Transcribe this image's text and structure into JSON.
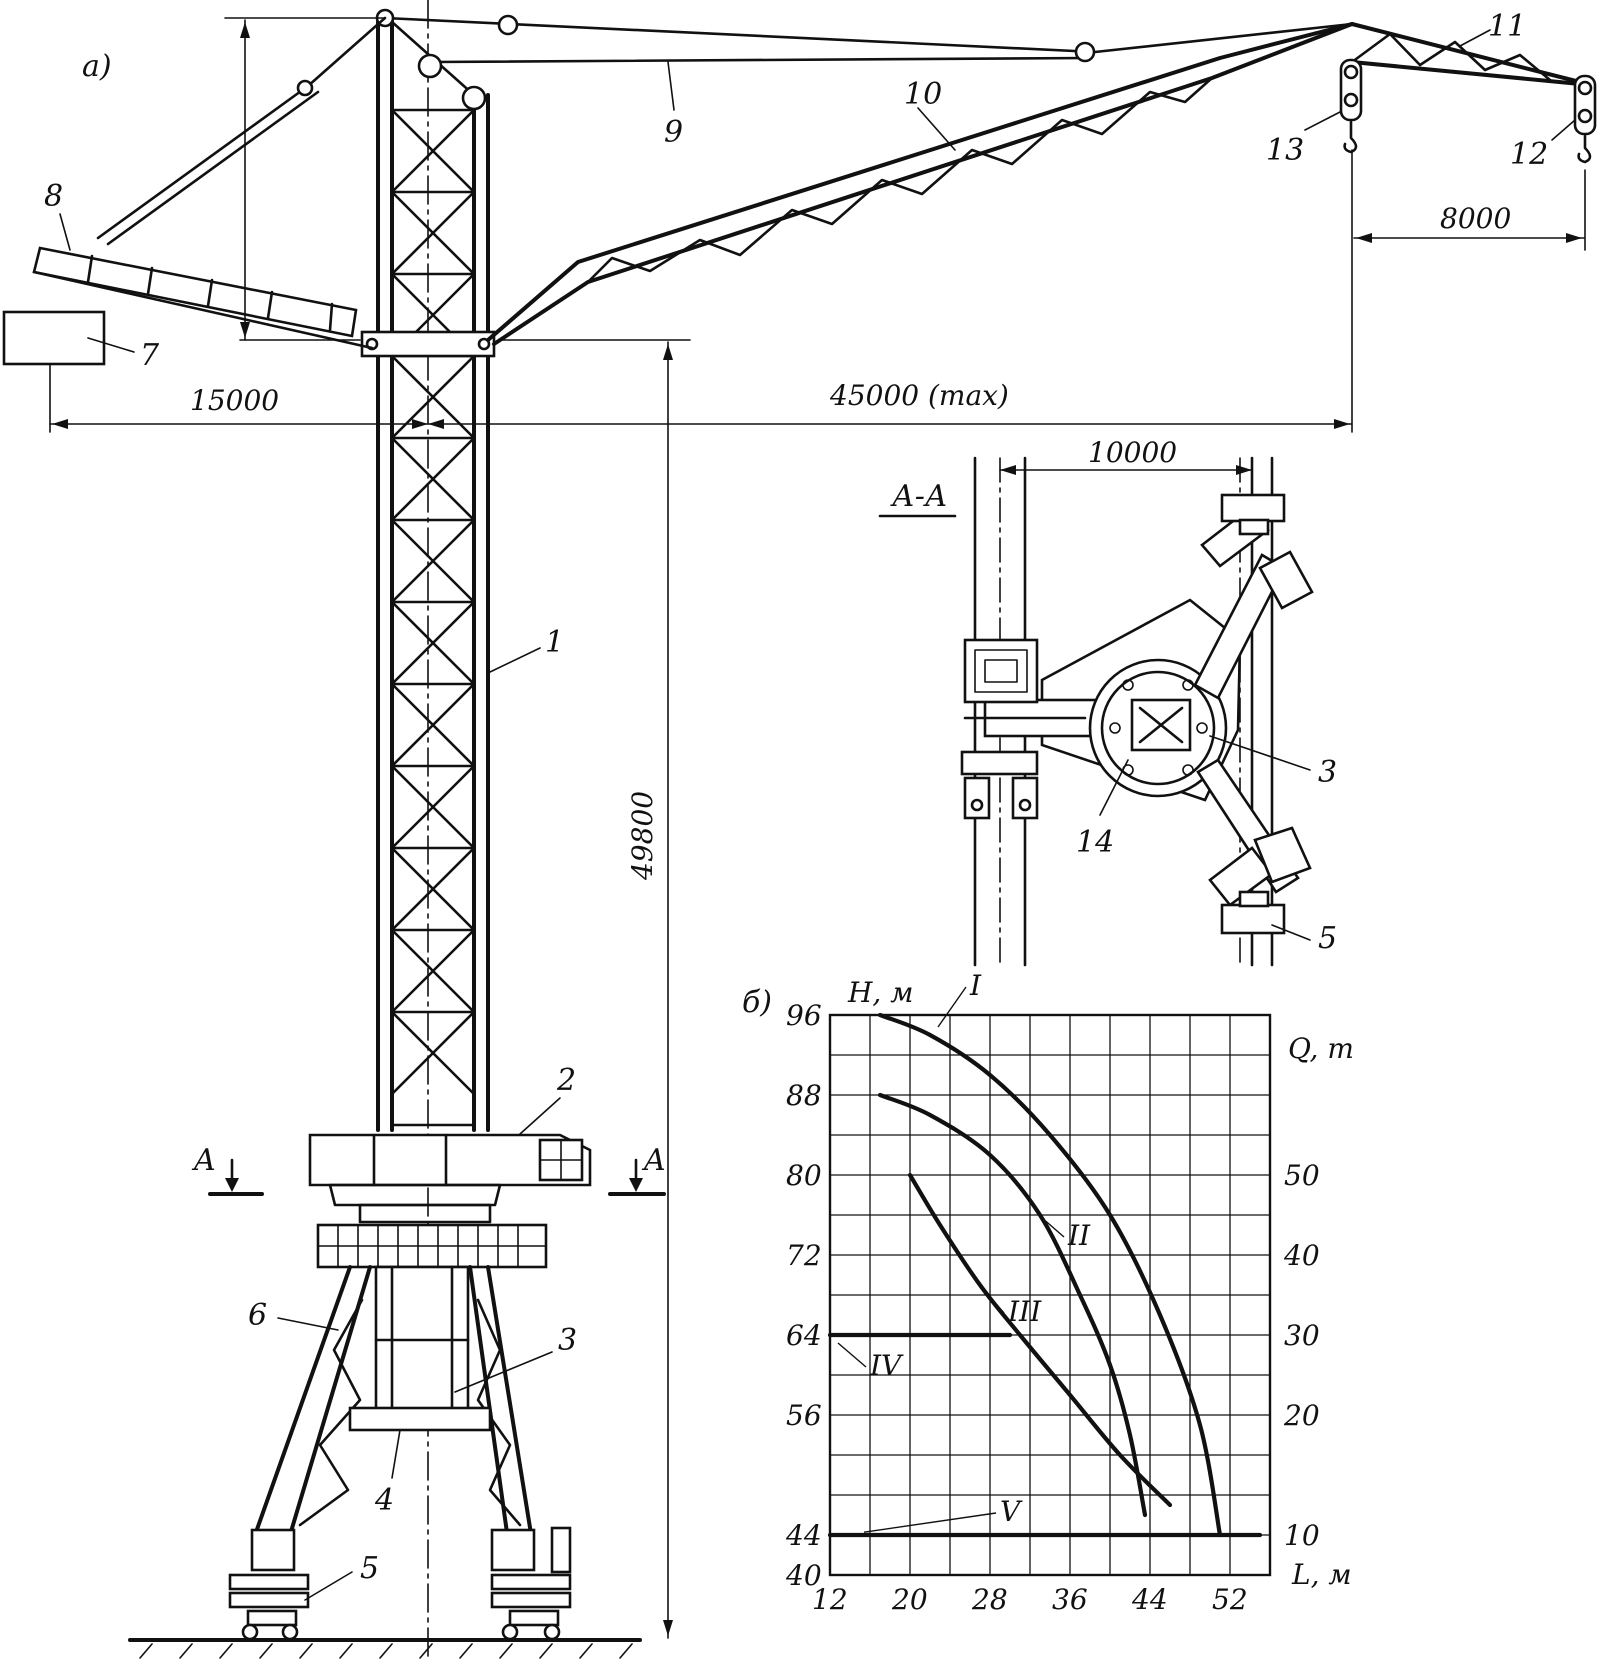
{
  "labels": {
    "panel_a": "а)",
    "panel_b": "б)",
    "section_title": "А-А",
    "section_mark_left": "A",
    "section_mark_right": "A"
  },
  "callouts": {
    "c1": "1",
    "c2": "2",
    "c3": "3",
    "c3b": "3",
    "c4": "4",
    "c5": "5",
    "c5b": "5",
    "c6": "6",
    "c7": "7",
    "c8": "8",
    "c9": "9",
    "c10": "10",
    "c11": "11",
    "c12": "12",
    "c13": "13",
    "c14": "14"
  },
  "dimensions": {
    "counter_jib": "15000",
    "jib_reach": "45000 (max)",
    "jib_extension": "8000",
    "height": "49800",
    "track_gauge": "10000"
  },
  "chart_data": {
    "type": "line",
    "xlabel": "L, м",
    "ylabel_left": "H, м",
    "ylabel_right": "Q, т",
    "x_ticks": [
      12,
      20,
      28,
      36,
      44,
      52
    ],
    "y_left_ticks": [
      40,
      44,
      56,
      64,
      72,
      80,
      88,
      96
    ],
    "y_right_ticks": [
      10,
      20,
      30,
      40,
      50
    ],
    "series": [
      {
        "name": "I",
        "points": [
          [
            17,
            96
          ],
          [
            22,
            94
          ],
          [
            28,
            90
          ],
          [
            34,
            84
          ],
          [
            40,
            76
          ],
          [
            45,
            66
          ],
          [
            49,
            55
          ],
          [
            51,
            44
          ]
        ]
      },
      {
        "name": "II",
        "points": [
          [
            17,
            88
          ],
          [
            22,
            86
          ],
          [
            28,
            82
          ],
          [
            33,
            76
          ],
          [
            37,
            68
          ],
          [
            40,
            61
          ],
          [
            42,
            54
          ],
          [
            43.5,
            46
          ]
        ]
      },
      {
        "name": "III",
        "points": [
          [
            20,
            80
          ],
          [
            23,
            75
          ],
          [
            27,
            69
          ],
          [
            31,
            64
          ],
          [
            36,
            58
          ],
          [
            41,
            52
          ],
          [
            46,
            47
          ]
        ]
      },
      {
        "name": "IV",
        "points": [
          [
            12,
            64
          ],
          [
            30,
            64
          ]
        ]
      },
      {
        "name": "V",
        "points": [
          [
            12,
            44
          ],
          [
            55,
            44
          ]
        ]
      }
    ],
    "grid": true
  }
}
